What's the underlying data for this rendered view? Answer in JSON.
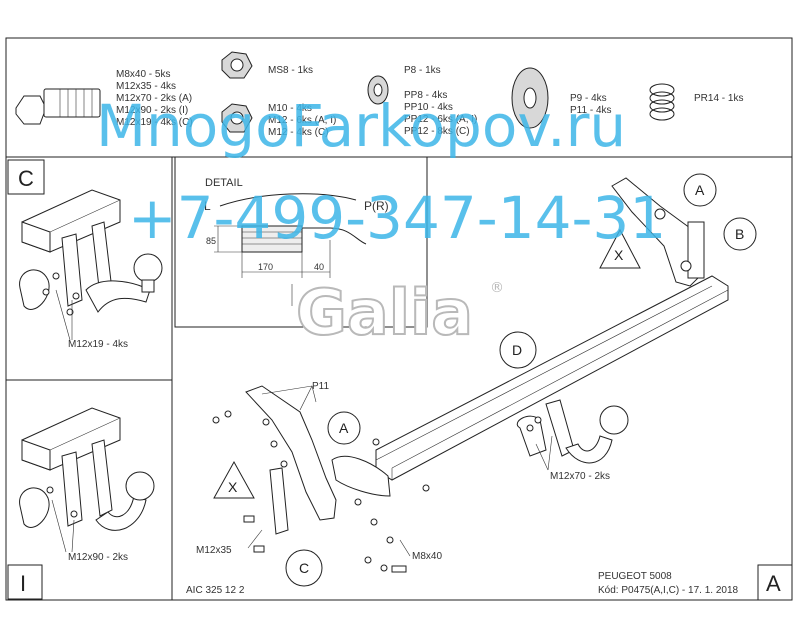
{
  "hardware": {
    "bolt": [
      "M8x40 - 5ks",
      "M12x35 - 4ks",
      "M12x70 - 2ks (A)",
      "M12x90 - 2ks (I)",
      "M12x19 - 4ks (C)"
    ],
    "nut_ms8": "MS8 - 1ks",
    "nut_m10": [
      "M10 - 4ks",
      "M12 - 6ks (A, I)",
      "M12 - 4ks (C)"
    ],
    "washer_p8": "P8 - 1ks",
    "washer_pp": [
      "PP8 - 4ks",
      "PP10 - 4ks",
      "PP12 - 6ks (A, I)",
      "PP12 - 8ks (C)"
    ],
    "washer_p9": [
      "P9 - 4ks",
      "P11 - 4ks"
    ],
    "spring": "PR14 - 1ks"
  },
  "watermark": {
    "site": "MnogoFarkopov.ru",
    "phone": "+7-499-347-14-31"
  },
  "panels": {
    "c": {
      "letter": "C",
      "bolt_label": "M12x19 - 4ks"
    },
    "i": {
      "letter": "I",
      "bolt_label": "M12x90 - 2ks"
    },
    "a": {
      "letter": "A"
    }
  },
  "detail": {
    "title": "DETAIL",
    "l": "L",
    "pr": "P(R)",
    "dim_h": "85",
    "dim_1": "170",
    "dim_2": "40"
  },
  "logo": {
    "text": "Galia",
    "reg": "®"
  },
  "callouts": {
    "a_top": "A",
    "b": "B",
    "x_right": "X",
    "d": "D",
    "a_mid": "A",
    "x_left": "X",
    "c": "C"
  },
  "labels": {
    "p11": "P11",
    "m12x70": "M12x70 - 2ks",
    "m12x35": "M12x35",
    "m8x40": "M8x40"
  },
  "footer": {
    "code": "AIC 325 12 2",
    "vehicle": "PEUGEOT 5008",
    "kod": "Kód: P0475(A,I,C) - 17. 1. 2018"
  }
}
